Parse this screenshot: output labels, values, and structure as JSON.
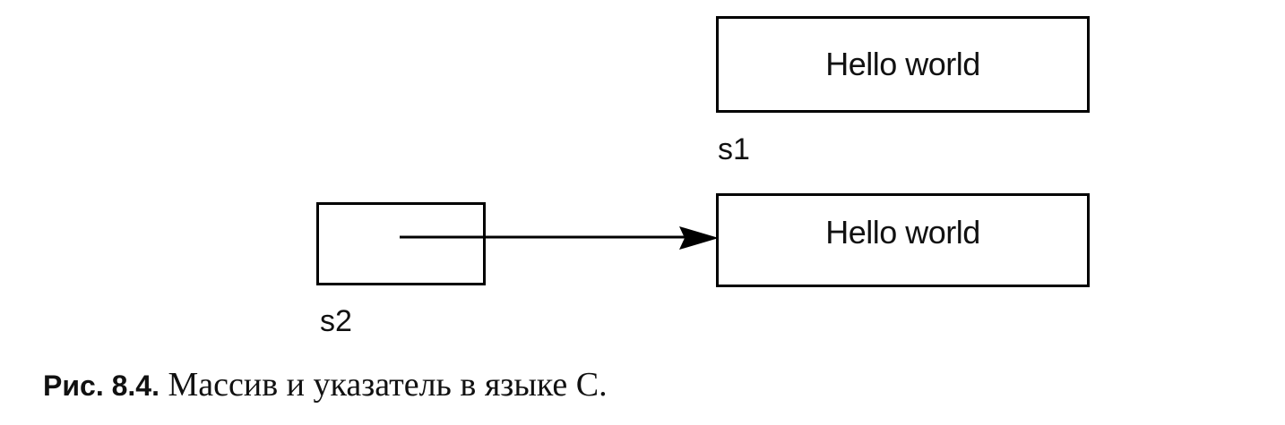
{
  "diagram": {
    "s1": {
      "label": "s1",
      "content": "Hello world"
    },
    "s2_target": {
      "content": "Hello world"
    },
    "s2": {
      "label": "s2"
    }
  },
  "caption": {
    "prefix": "Рис. 8.4.",
    "text": " Массив и указатель в языке С."
  }
}
